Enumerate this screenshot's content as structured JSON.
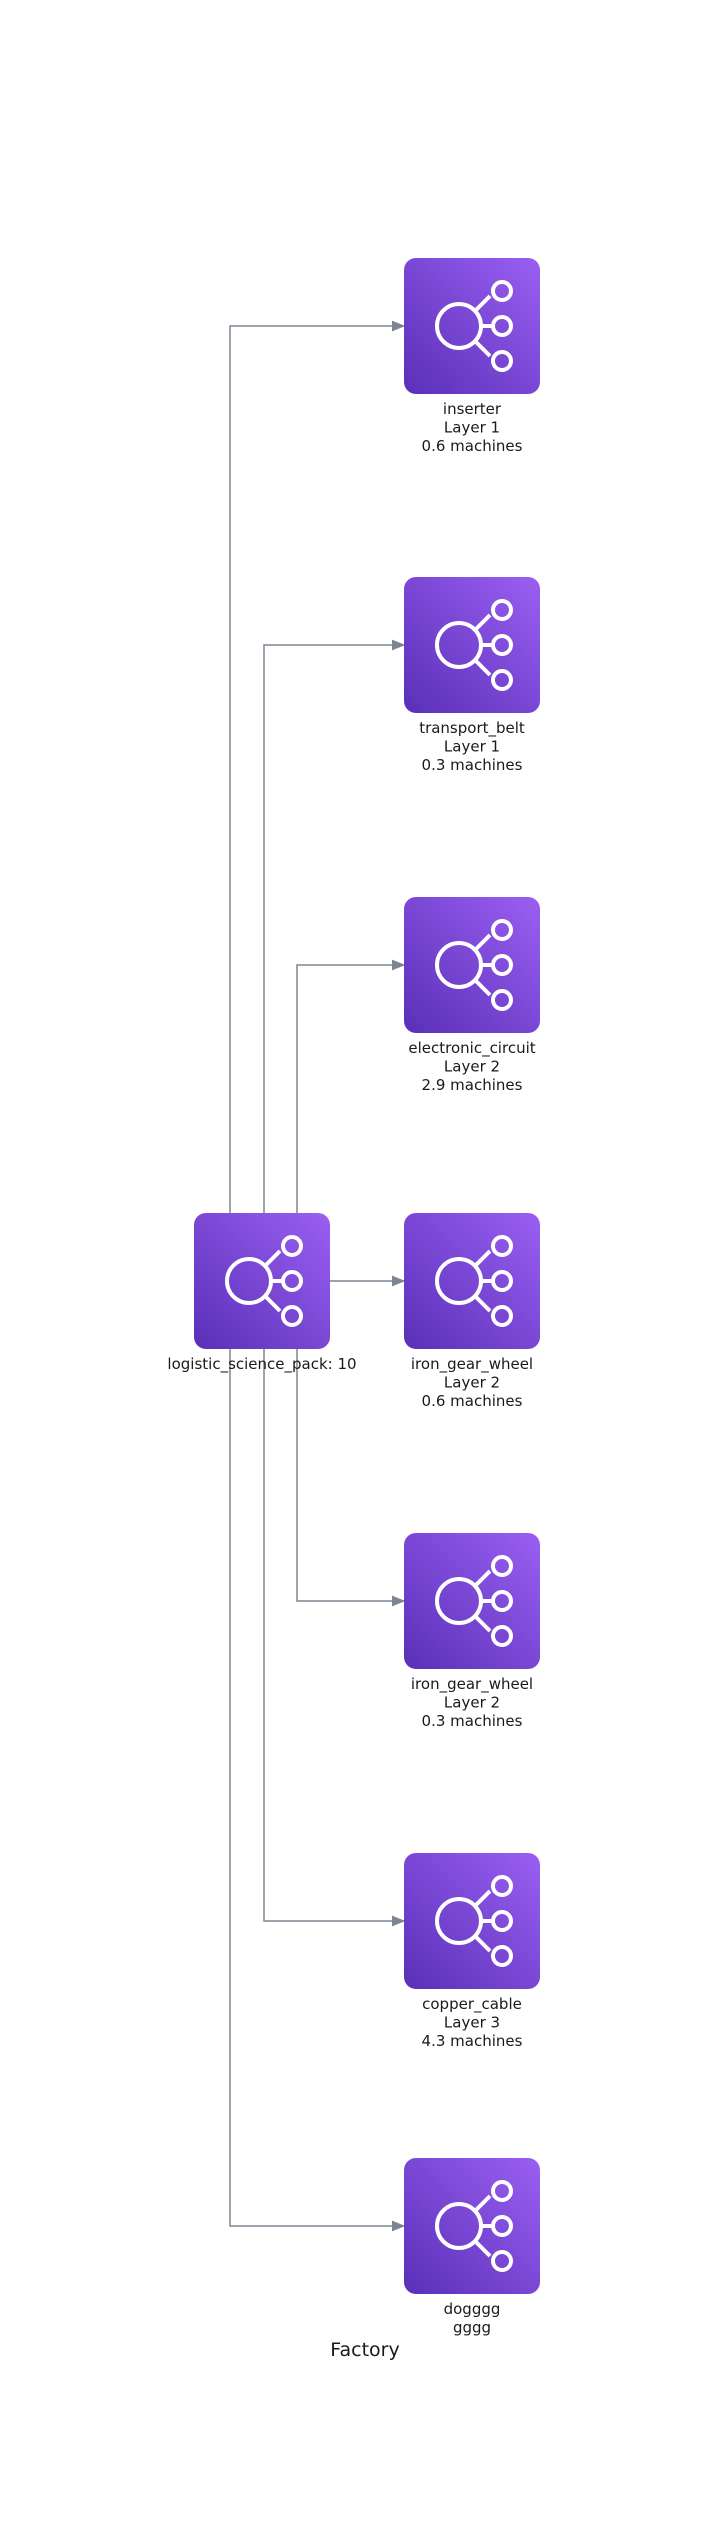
{
  "diagram": {
    "title": "Factory",
    "source": {
      "label": "logistic_science_pack: 10",
      "icon": "branch-nodes-icon"
    },
    "targets": [
      {
        "name": "inserter",
        "layer": "Layer 1",
        "machines": "0.6 machines",
        "icon": "branch-nodes-icon"
      },
      {
        "name": "transport_belt",
        "layer": "Layer 1",
        "machines": "0.3 machines",
        "icon": "branch-nodes-icon"
      },
      {
        "name": "electronic_circuit",
        "layer": "Layer 2",
        "machines": "2.9 machines",
        "icon": "branch-nodes-icon"
      },
      {
        "name": "iron_gear_wheel",
        "layer": "Layer 2",
        "machines": "0.6 machines",
        "icon": "branch-nodes-icon"
      },
      {
        "name": "iron_gear_wheel",
        "layer": "Layer 2",
        "machines": "0.3 machines",
        "icon": "branch-nodes-icon"
      },
      {
        "name": "copper_cable",
        "layer": "Layer 3",
        "machines": "4.3 machines",
        "icon": "branch-nodes-icon"
      },
      {
        "name": "dogggg",
        "layer": "gggg",
        "machines": "",
        "icon": "branch-nodes-icon"
      }
    ],
    "colors": {
      "node_top": "#9a5ff2",
      "node_bottom": "#5a30b8",
      "edge": "#7b8594",
      "icon_stroke": "#ffffff"
    }
  }
}
